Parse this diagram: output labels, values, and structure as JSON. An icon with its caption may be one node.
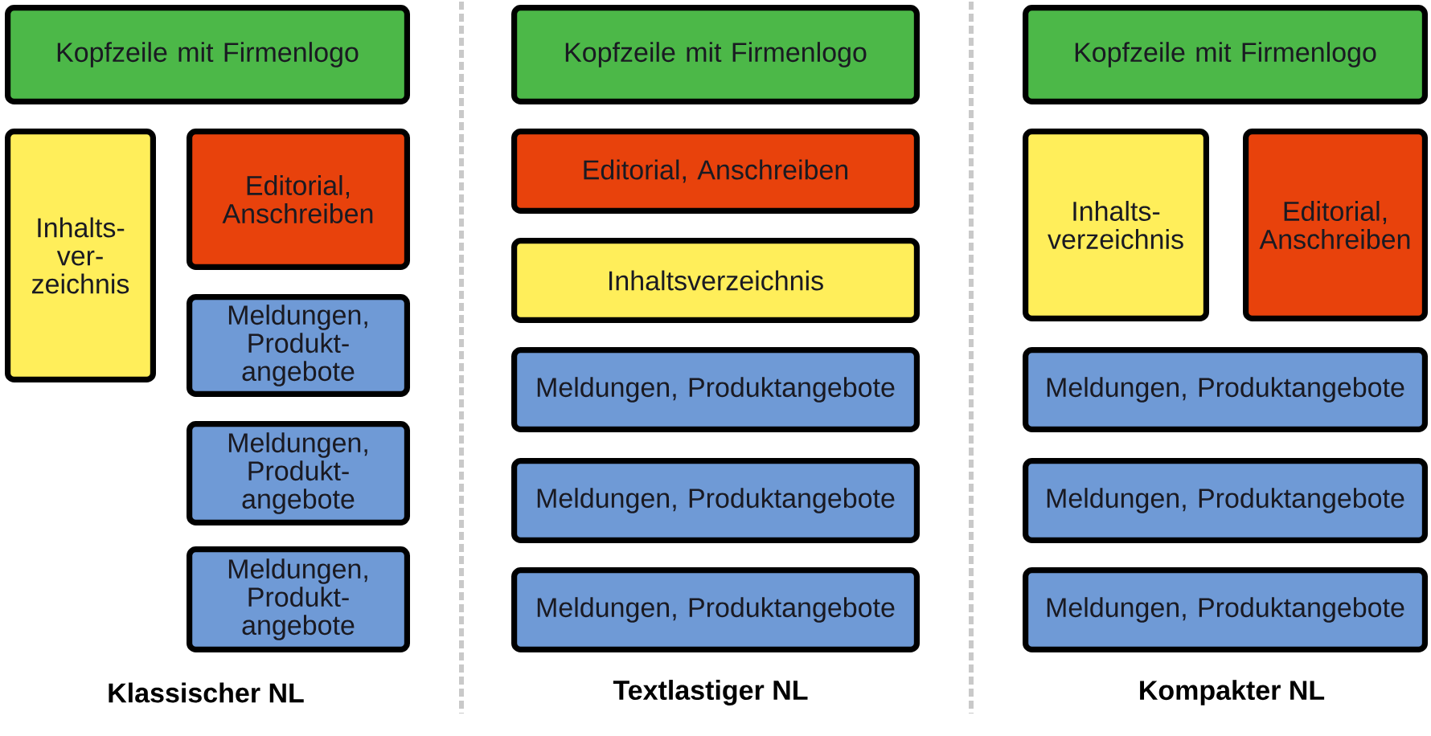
{
  "diagram": {
    "nodes": [
      {
        "text": [
          "Kopfzeile mit Firmenlogo"
        ]
      },
      {
        "text": [
          "Inhalts- ver- zeichnis"
        ]
      },
      {
        "text": [
          "Editorial, Anschreiben"
        ]
      },
      {
        "text": [
          "Meldungen, Produkt- angebote"
        ]
      },
      {
        "text": [
          "Meldungen, Produkt- angebote"
        ]
      },
      {
        "text": [
          "Meldungen, Produkt- angebote"
        ]
      },
      {
        "text": [
          "Kopfzeile mit Firmenlogo"
        ]
      },
      {
        "text": [
          "Editorial, Anschreiben"
        ]
      },
      {
        "text": [
          "Inhaltsverzeichnis"
        ]
      },
      {
        "text": [
          "Meldungen, Produktangebote"
        ]
      },
      {
        "text": [
          "Meldungen, Produktangebote"
        ]
      },
      {
        "text": [
          "Meldungen, Produktangebote"
        ]
      },
      {
        "text": [
          "Kopfzeile mit Firmenlogo"
        ]
      },
      {
        "text": [
          "Inhalts- verzeichnis"
        ]
      },
      {
        "text": [
          "Editorial, Anschreiben"
        ]
      },
      {
        "text": [
          "Meldungen, Produktangebote"
        ]
      },
      {
        "text": [
          "Meldungen, Produktangebote"
        ]
      },
      {
        "text": [
          "Meldungen, Produktangebote"
        ]
      }
    ],
    "labels": [
      "Klassischer NL",
      "Textlastiger NL",
      "Kompakter NL"
    ]
  }
}
